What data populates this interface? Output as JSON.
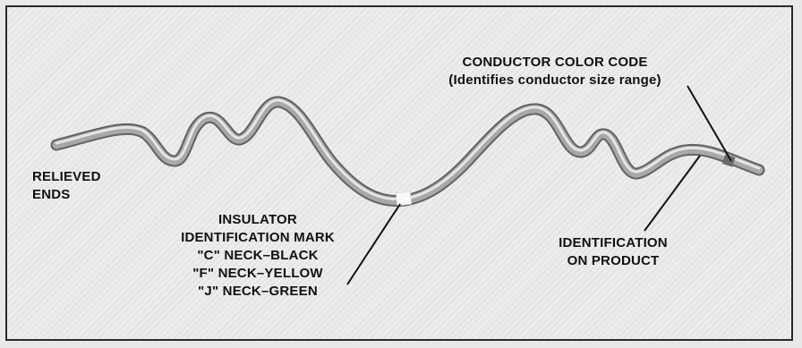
{
  "labels": {
    "relieved_ends": [
      "RELIEVED",
      "ENDS"
    ],
    "insulator_mark": [
      "INSULATOR",
      "IDENTIFICATION MARK",
      "\"C\" NECK–BLACK",
      "\"F\" NECK–YELLOW",
      "\"J\" NECK–GREEN"
    ],
    "conductor_color_code": [
      "CONDUCTOR COLOR CODE",
      "(Identifies conductor size range)"
    ],
    "identification_on_product": [
      "IDENTIFICATION",
      "ON PRODUCT"
    ]
  },
  "colors": {
    "background": "#e9e9e9",
    "border": "#2a2a2a",
    "wire_dark": "#5a5a5a",
    "wire_mid": "#9a9a9a",
    "wire_light": "#e0e0e0",
    "leader": "#111111"
  }
}
